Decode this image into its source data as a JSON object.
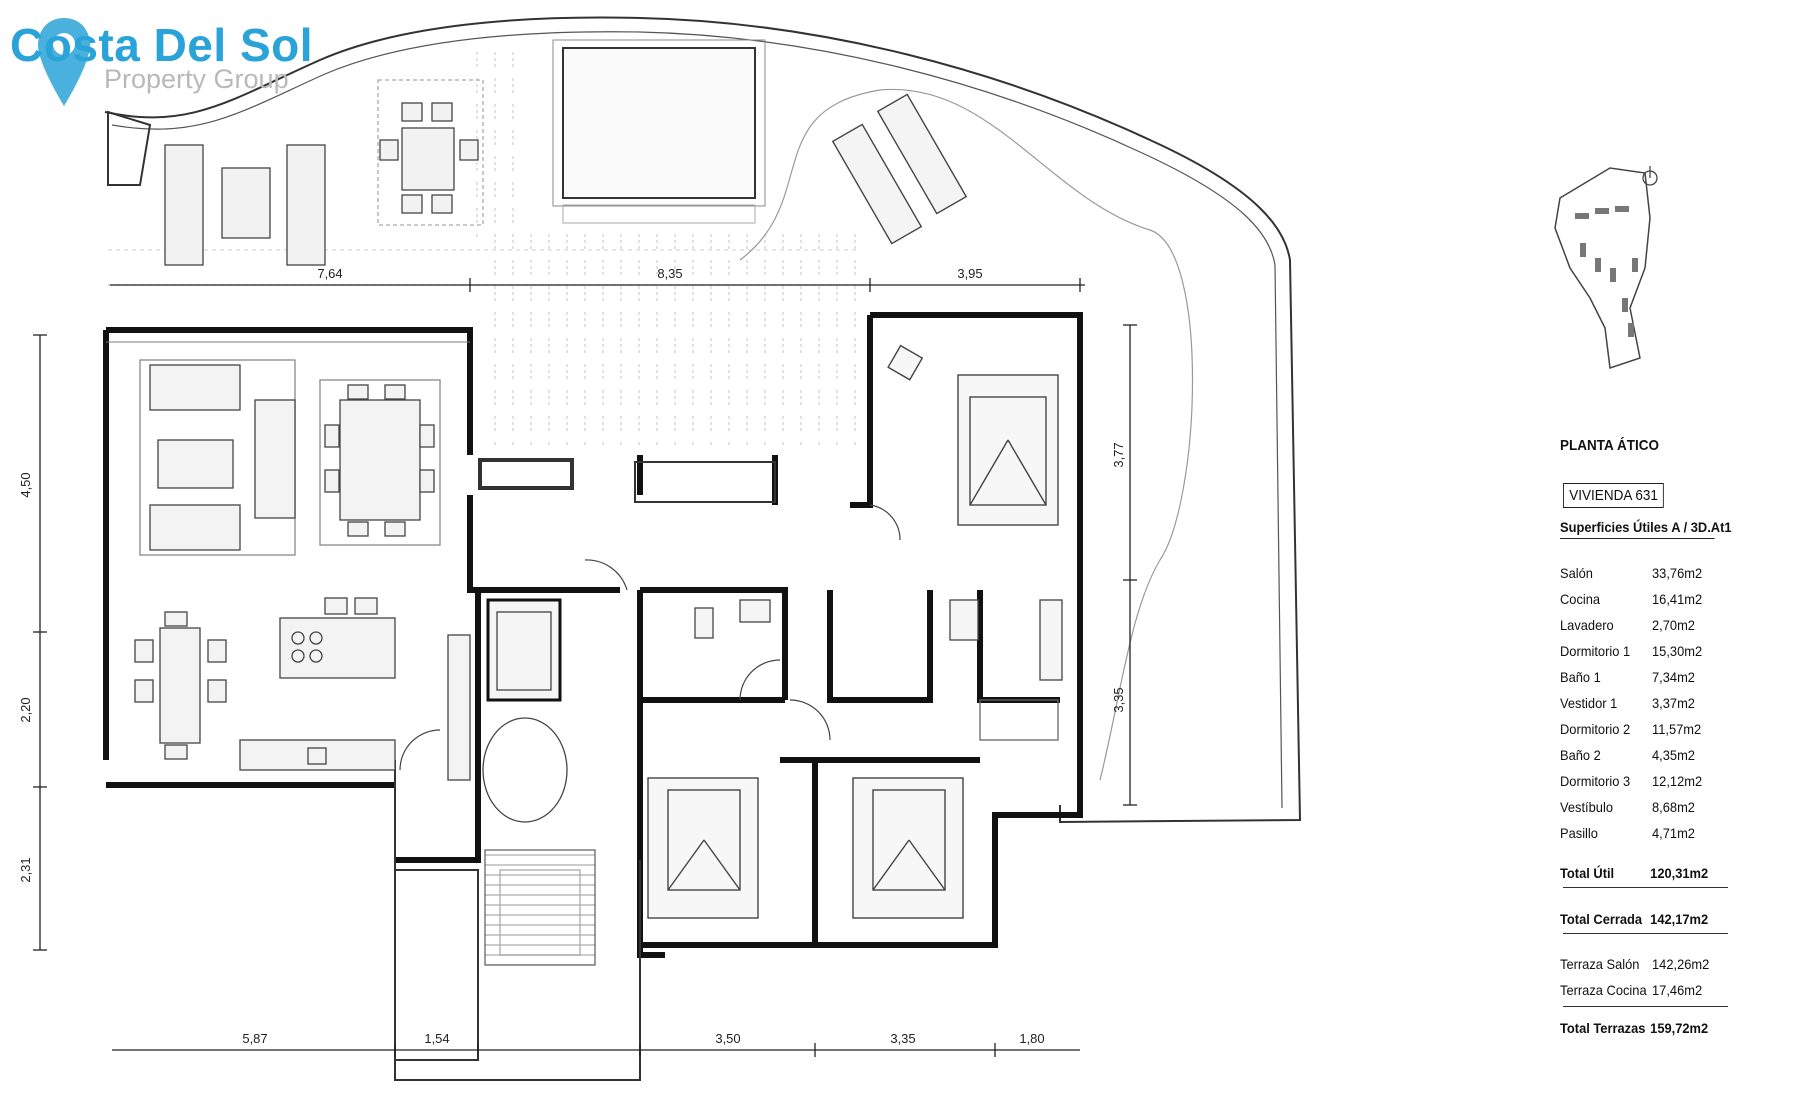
{
  "brand": {
    "name": "Costa Del Sol",
    "tagline": "Property Group",
    "color": "#2aa3d8"
  },
  "plan": {
    "floor_title": "PLANTA ÁTICO",
    "unit_label": "VIVIENDA 631",
    "areas_heading": "Superficies Útiles A / 3D.At1",
    "rooms": [
      {
        "name": "Salón",
        "area": "33,76m2"
      },
      {
        "name": "Cocina",
        "area": "16,41m2"
      },
      {
        "name": "Lavadero",
        "area": "2,70m2"
      },
      {
        "name": "Dormitorio 1",
        "area": "15,30m2"
      },
      {
        "name": "Baño 1",
        "area": "7,34m2"
      },
      {
        "name": "Vestidor 1",
        "area": "3,37m2"
      },
      {
        "name": "Dormitorio 2",
        "area": "11,57m2"
      },
      {
        "name": "Baño 2",
        "area": "4,35m2"
      },
      {
        "name": "Dormitorio 3",
        "area": "12,12m2"
      },
      {
        "name": "Vestíbulo",
        "area": "8,68m2"
      },
      {
        "name": "Pasillo",
        "area": "4,71m2"
      }
    ],
    "total_util": {
      "name": "Total Útil",
      "area": "120,31m2"
    },
    "total_cerrada": {
      "name": "Total Cerrada",
      "area": "142,17m2"
    },
    "terraces": [
      {
        "name": "Terraza Salón",
        "area": "142,26m2"
      },
      {
        "name": "Terraza Cocina",
        "area": "17,46m2"
      }
    ],
    "total_terrazas": {
      "name": "Total Terrazas",
      "area": "159,72m2"
    }
  },
  "dimensions": {
    "top": [
      "7,64",
      "8,35",
      "3,95"
    ],
    "bottom": [
      "5,87",
      "1,54",
      "3,50",
      "3,35",
      "1,80"
    ],
    "left": [
      "4,50",
      "2,20",
      "2,31"
    ],
    "right": [
      "3,77",
      "3,35"
    ]
  }
}
